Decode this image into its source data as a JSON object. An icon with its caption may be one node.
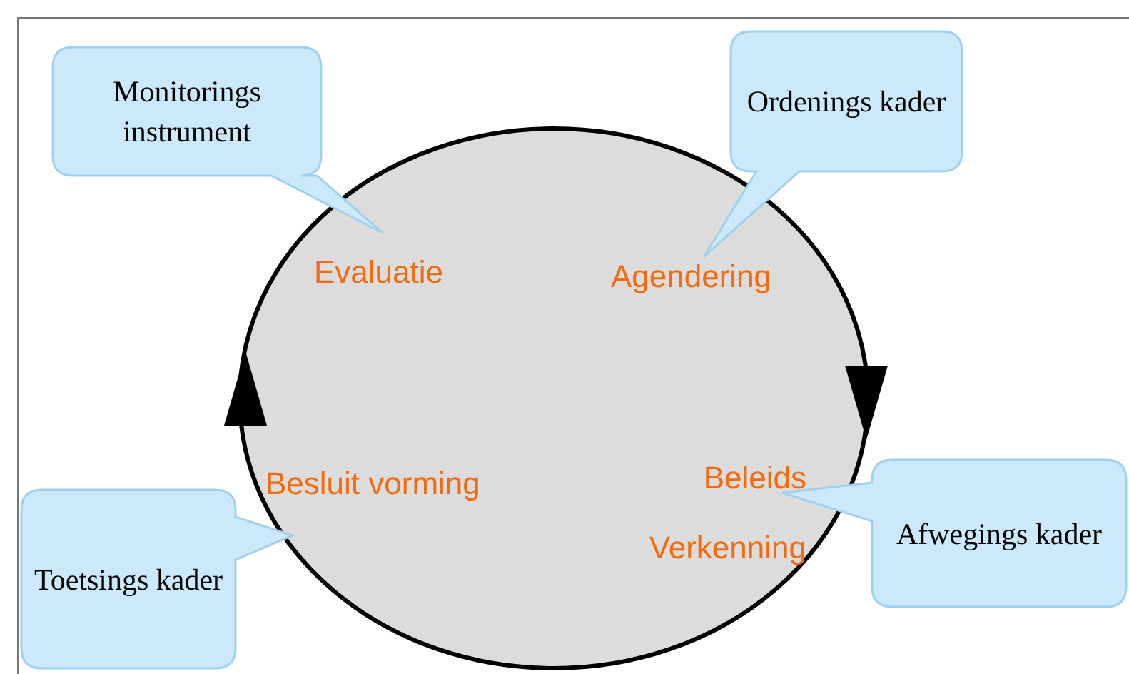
{
  "diagram": {
    "nodes": [
      {
        "text": [],
        "shape": "circle"
      },
      {
        "text": [
          "Monitorings instrument"
        ]
      },
      {
        "text": [
          "Ordenings kader"
        ]
      },
      {
        "text": [
          "Evaluatie"
        ],
        "in": 0
      },
      {
        "text": [
          "Agendering"
        ],
        "in": 0
      },
      {
        "text": [
          "Besluit vorming"
        ],
        "in": 0
      },
      {
        "text": [
          "Beleids Verkenning"
        ],
        "in": 0
      },
      {
        "text": [
          "Afwegings kader"
        ]
      },
      {
        "text": [
          "Toetsings kader"
        ]
      }
    ],
    "edges": []
  }
}
